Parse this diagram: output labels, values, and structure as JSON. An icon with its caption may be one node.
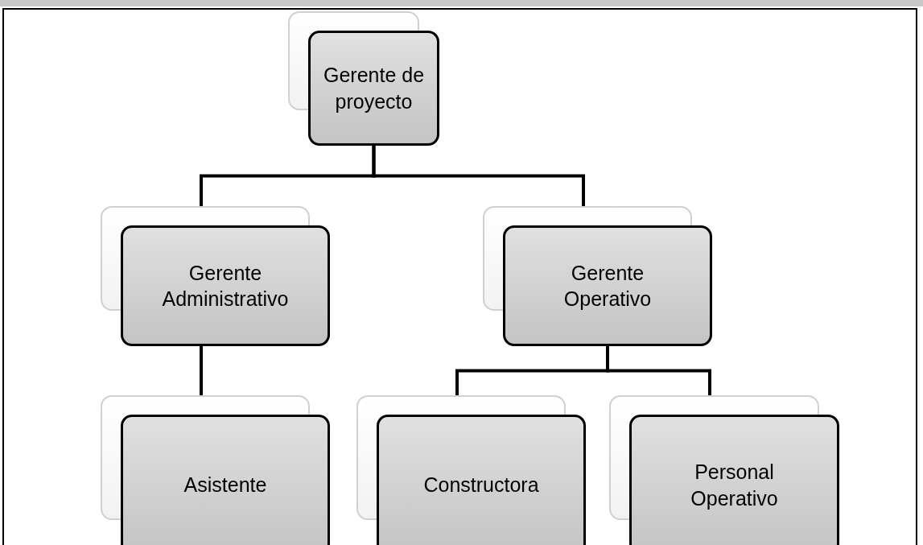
{
  "diagram": {
    "nodes": [
      {
        "text": [
          "Gerente de proyecto"
        ]
      },
      {
        "text": [
          "Gerente Administrativo"
        ]
      },
      {
        "text": [
          "Gerente Operativo"
        ]
      },
      {
        "text": [
          "Asistente"
        ]
      },
      {
        "text": [
          "Constructora"
        ]
      },
      {
        "text": [
          "Personal Operativo"
        ]
      }
    ],
    "edges": [
      {
        "from": 0,
        "to": 1,
        "arrow": "none"
      },
      {
        "from": 0,
        "to": 2,
        "arrow": "none"
      },
      {
        "from": 1,
        "to": 3,
        "arrow": "none"
      },
      {
        "from": 2,
        "to": 4,
        "arrow": "none"
      },
      {
        "from": 2,
        "to": 5,
        "arrow": "none"
      }
    ]
  }
}
